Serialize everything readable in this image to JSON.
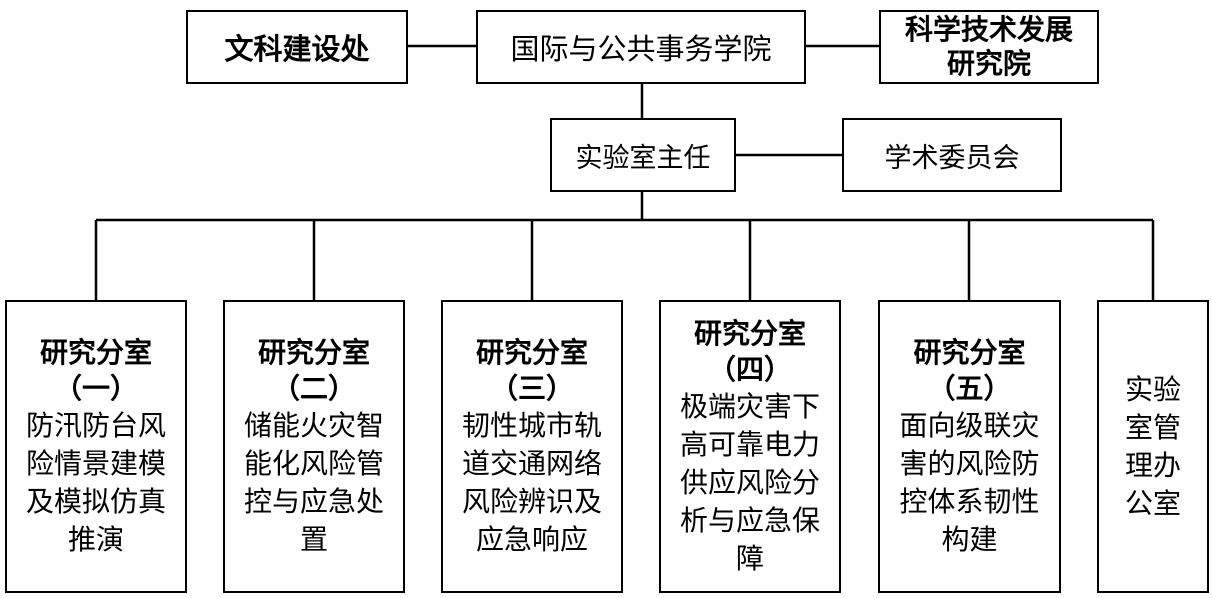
{
  "top_row": {
    "left": "文科建设处",
    "center": "国际与公共事务学院",
    "right": "科学技术发展\n研究院"
  },
  "second_row": {
    "director": "实验室主任",
    "committee": "学术委员会"
  },
  "divisions": [
    {
      "head": "研究分室\n（一）",
      "topic": "防汛防台风\n险情景建模\n及模拟仿真\n推演"
    },
    {
      "head": "研究分室\n（二）",
      "topic": "储能火灾智\n能化风险管\n控与应急处\n置"
    },
    {
      "head": "研究分室\n（三）",
      "topic": "韧性城市轨\n道交通网络\n风险辨识及\n应急响应"
    },
    {
      "head": "研究分室\n（四）",
      "topic": "极端灾害下\n高可靠电力\n供应风险分\n析与应急保\n障"
    },
    {
      "head": "研究分室\n（五）",
      "topic": "面向级联灾\n害的风险防\n控体系韧性\n构建"
    },
    {
      "head": "",
      "topic": "实验\n室管\n理办\n公室"
    }
  ]
}
